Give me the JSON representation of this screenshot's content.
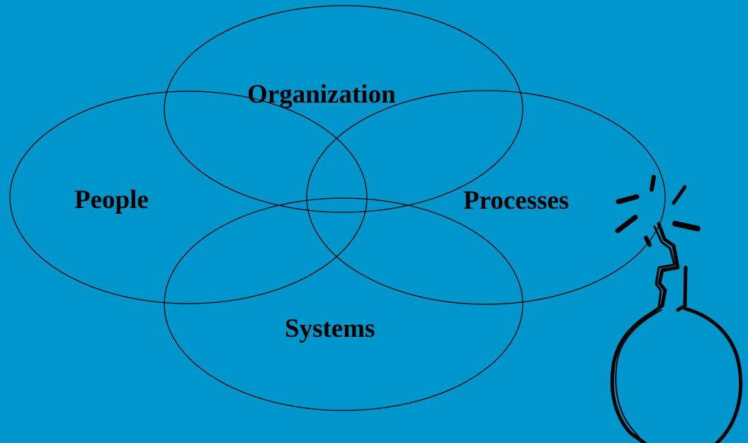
{
  "background_color": "#0096cc",
  "line_color": "#000000",
  "diagram": {
    "type": "four-circle-venn",
    "labels": {
      "organization": "Organization",
      "people": "People",
      "processes": "Processes",
      "systems": "Systems"
    },
    "decoration": "bomb-icon"
  }
}
